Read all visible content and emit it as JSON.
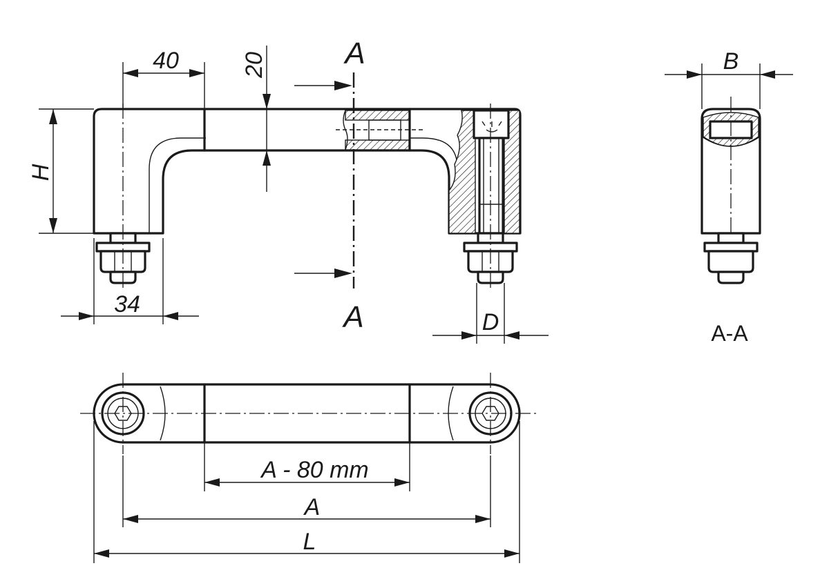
{
  "dimensions": {
    "grip_width": "40",
    "grip_height": "20",
    "height": "H",
    "foot_width": "34",
    "thread_diameter": "D",
    "section_width": "B",
    "grip_length": "A - 80 mm",
    "hole_distance": "A",
    "overall_length": "L"
  },
  "section_marks": {
    "top": "A",
    "bottom": "A"
  },
  "section_view_caption": "A-A"
}
